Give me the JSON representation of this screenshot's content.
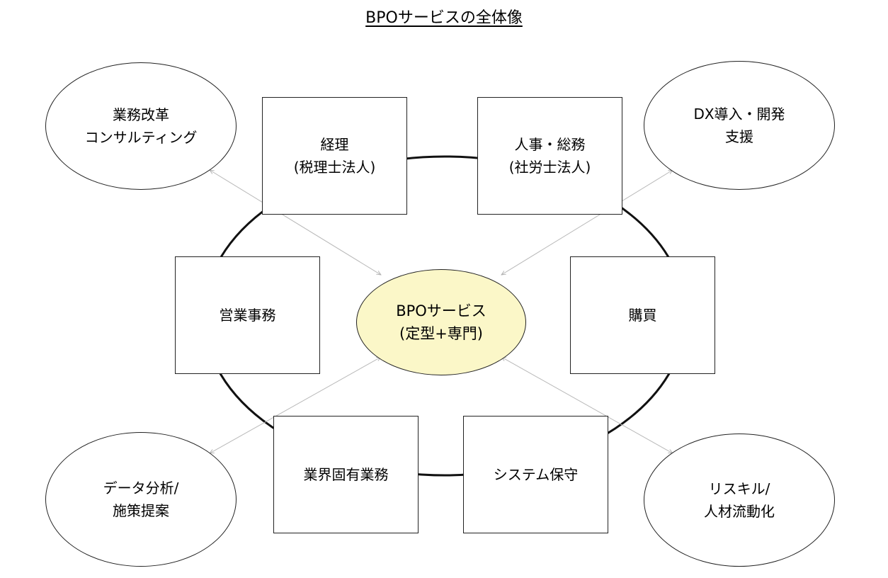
{
  "title": "BPOサービスの全体像",
  "center": {
    "line1": "BPOサービス",
    "line2": "(定型+専門)"
  },
  "boxes": {
    "accounting": {
      "line1": "経理",
      "line2": "(税理士法人)"
    },
    "hr": {
      "line1": "人事・総務",
      "line2": "(社労士法人)"
    },
    "sales_admin": "営業事務",
    "purchasing": "購買",
    "industry": "業界固有業務",
    "system": "システム保守"
  },
  "ovals": {
    "consulting": {
      "line1": "業務改革",
      "line2": "コンサルティング"
    },
    "dx": {
      "line1": "DX導入・開発",
      "line2": "支援"
    },
    "data": {
      "line1": "データ分析/",
      "line2": "施策提案"
    },
    "reskill": {
      "line1": "リスキル/",
      "line2": "人材流動化"
    }
  },
  "colors": {
    "center_fill": "#fbf7c8",
    "stroke": "#222222",
    "arrow": "#b8b8b8"
  }
}
